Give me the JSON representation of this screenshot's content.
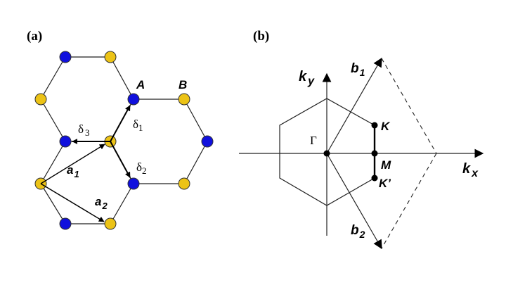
{
  "panels": {
    "a": {
      "label": "(a)",
      "site_labels": {
        "A": "A",
        "B": "B"
      },
      "nn_vector_symbol": "δ",
      "nn_vector_subscripts": [
        "1",
        "2",
        "3"
      ],
      "lattice_vector_symbol": "a",
      "lattice_vector_subscripts": [
        "1",
        "2"
      ],
      "colors": {
        "sublattice_A": "#1010dd",
        "sublattice_B": "#ecc316",
        "bond": "#222222"
      }
    },
    "b": {
      "label": "(b)",
      "axis_symbol": "k",
      "axis_subscripts": {
        "x": "x",
        "y": "y"
      },
      "reciprocal_vector_symbol": "b",
      "reciprocal_vector_subscripts": [
        "1",
        "2"
      ],
      "points": {
        "gamma": "Γ",
        "K": "K",
        "M": "M",
        "K_prime": "K’"
      },
      "colors": {
        "lines": "#222222",
        "points": "#000000"
      }
    }
  }
}
